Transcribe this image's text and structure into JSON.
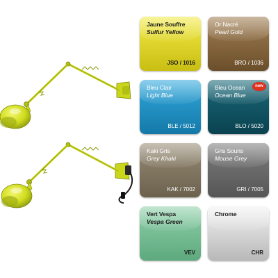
{
  "swatches": [
    {
      "name": "Jaune Souffre",
      "sub": "Sulfur Yellow",
      "code": "JSO / 1016",
      "color": "#e6dc2e",
      "gradient": [
        "#f2ea45",
        "#c9be12"
      ],
      "text": "dark",
      "bold": true
    },
    {
      "name": "Or Nacré",
      "sub": "Pearl Gold",
      "code": "BRO / 1036",
      "color": "#8b6a40",
      "gradient": [
        "#a07e52",
        "#6b4f2b"
      ],
      "text": "light",
      "bold": false
    },
    {
      "name": "Bleu Clair",
      "sub": "Light Blue",
      "code": "BLE / 5012",
      "color": "#1e93c9",
      "gradient": [
        "#31a8dd",
        "#1479a8"
      ],
      "text": "light",
      "bold": false
    },
    {
      "name": "Bleu Ocean",
      "sub": "Ocean Blue",
      "code": "BLO / 5020",
      "color": "#0f5566",
      "gradient": [
        "#1a6878",
        "#0a4250"
      ],
      "text": "light",
      "bold": false,
      "badge": "new"
    },
    {
      "name": "Kaki Gris",
      "sub": "Grey Khaki",
      "code": "KAK / 7002",
      "color": "#857a64",
      "gradient": [
        "#978c75",
        "#6b614d"
      ],
      "text": "light",
      "bold": false
    },
    {
      "name": "Gris Souris",
      "sub": "Mouse Grey",
      "code": "GRI / 7005",
      "color": "#6b6b6b",
      "gradient": [
        "#7d7d7d",
        "#555555"
      ],
      "text": "light",
      "bold": false
    },
    {
      "name": "Vert Vespa",
      "sub": "Vespa Green",
      "code": "VEV",
      "color": "#78c197",
      "gradient": [
        "#8fd0aa",
        "#5ea97e"
      ],
      "text": "dark",
      "bold": true
    },
    {
      "name": "Chrome",
      "sub": "",
      "code": "CHR",
      "color": "#d9d9d9",
      "gradient": [
        "#f2f2f2",
        "#b8b8b8"
      ],
      "text": "dark",
      "bold": true
    }
  ],
  "lamp_color": "#cfdc1e"
}
